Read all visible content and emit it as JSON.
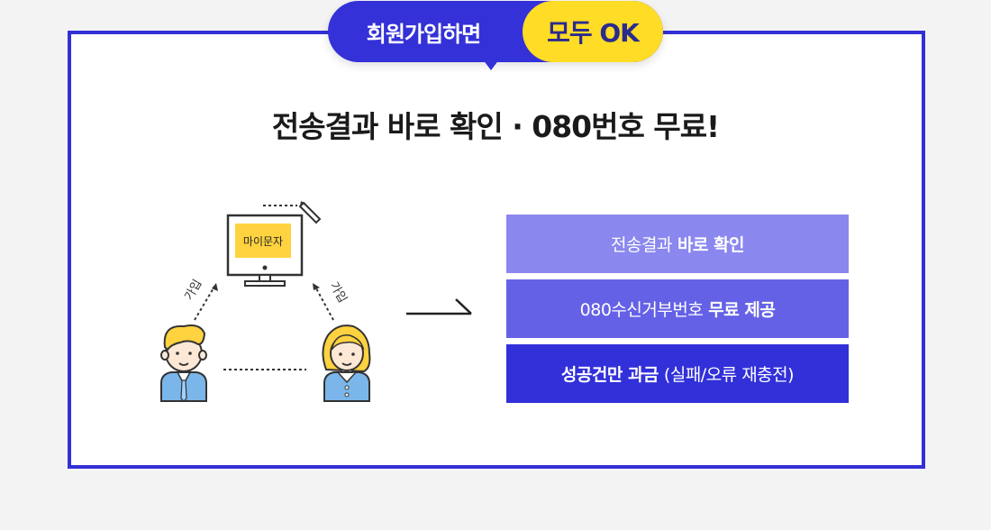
{
  "badge": {
    "left_text": "회원가입하면",
    "right_text": "모두 OK"
  },
  "headline": "전송결과 바로 확인 · 080번호 무료!",
  "illustration": {
    "screen_label": "마이문자",
    "left_arrow_label": "가입",
    "right_arrow_label": "가입"
  },
  "features": [
    {
      "normal": "전송결과",
      "bold": "바로 확인"
    },
    {
      "normal": "080수신거부번호",
      "bold": "무료 제공"
    },
    {
      "bold": "성공건만 과금",
      "normal": "(실패/오류 재충전)"
    }
  ],
  "colors": {
    "accent": "#3431d8",
    "yellow": "#ffdc25",
    "box1": "#8a87ee",
    "box2": "#6561e6",
    "box3": "#3230d9"
  }
}
